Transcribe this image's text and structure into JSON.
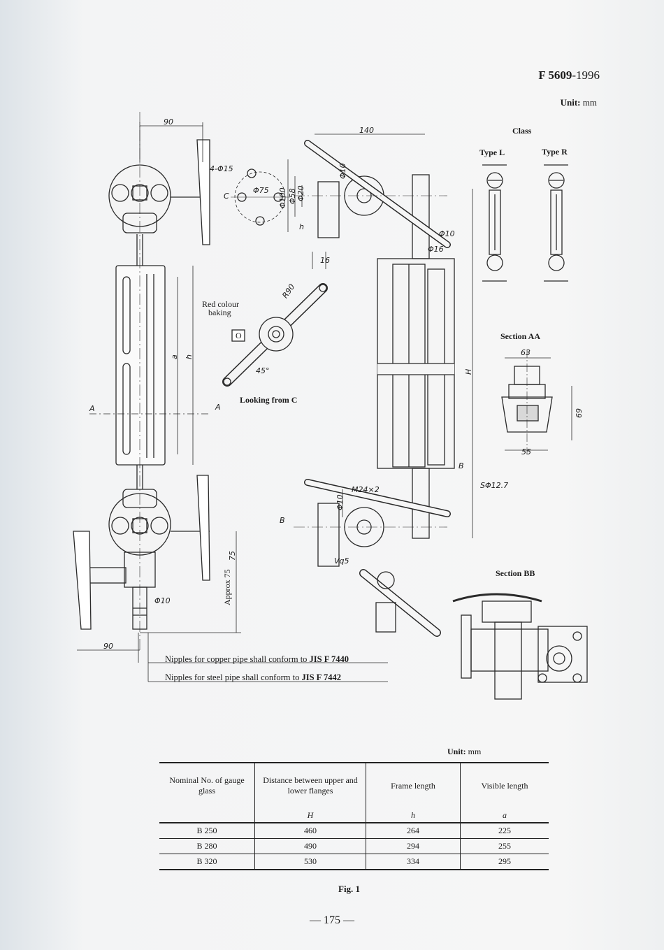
{
  "header": {
    "doc_code": "F 5609",
    "doc_year": "-1996",
    "unit_label": "Unit:",
    "unit_value": "mm"
  },
  "labels": {
    "class": "Class",
    "type_l": "Type L",
    "type_r": "Type R",
    "section_aa": "Section AA",
    "section_bb": "Section BB",
    "looking_from_c": "Looking from C",
    "red_colour_1": "Red colour",
    "red_colour_2": "baking",
    "approx75": "Approx 75"
  },
  "dims": {
    "d90_top": "90",
    "d90_bot": "90",
    "d140": "140",
    "d4phi15": "4-Φ15",
    "d_phi75": "Φ75",
    "d_phi100": "Φ100",
    "d_phi58": "Φ58",
    "d_phi20": "Φ20",
    "d_phi10_a": "Φ10",
    "d_phi10_b": "Φ10",
    "d_phi16": "Φ16",
    "d16": "16",
    "d_r90": "R90",
    "d45": "45°",
    "d63": "63",
    "d69": "69",
    "d55": "55",
    "dM24": "M24×2",
    "dSphi127": "SΦ12.7",
    "d_phi10_c": "Φ10",
    "d_phi10_d": "Φ10",
    "d75": "75",
    "dVq5": "Vq5",
    "h": "h",
    "a": "a",
    "H": "H",
    "C": "C",
    "A1": "A",
    "A2": "A",
    "B1": "B",
    "B2": "B",
    "O": "O"
  },
  "notes": {
    "copper": "Nipples for copper pipe shall conform to ",
    "copper_std": "JIS F 7440",
    "steel": "Nipples for steel pipe shall conform to ",
    "steel_std": "JIS F 7442"
  },
  "table": {
    "unit_label": "Unit:",
    "unit_value": "mm",
    "headers": [
      "Nominal No. of gauge glass",
      "Distance between upper and lower flanges",
      "Frame length",
      "Visible length"
    ],
    "symbols": [
      "",
      "H",
      "h",
      "a"
    ],
    "rows": [
      [
        "B 250",
        "460",
        "264",
        "225"
      ],
      [
        "B 280",
        "490",
        "294",
        "255"
      ],
      [
        "B 320",
        "530",
        "334",
        "295"
      ]
    ]
  },
  "figure_caption": "Fig. 1",
  "page_number": "—  175  —"
}
